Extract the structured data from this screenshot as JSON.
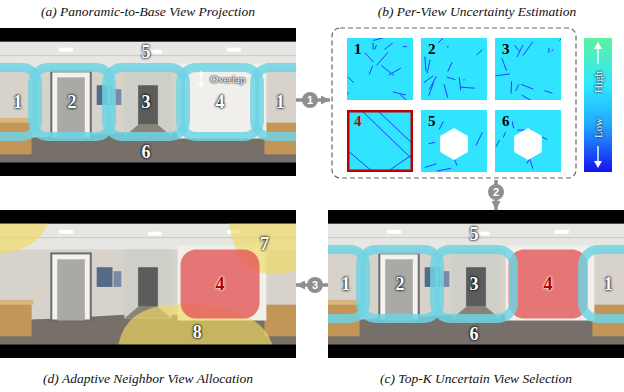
{
  "diagram": {
    "nodes": [
      {
        "text": [
          "(a) Panoramic-to-Base View Projection"
        ]
      },
      {
        "text": [
          "(b) Per-View Uncertainty Estimation"
        ]
      },
      {
        "text": [
          "1"
        ],
        "in": 1
      },
      {
        "text": [
          "2"
        ],
        "in": 1
      },
      {
        "text": [
          "3"
        ],
        "in": 1
      },
      {
        "text": [
          "4"
        ],
        "in": 1
      },
      {
        "text": [
          "5"
        ],
        "in": 1
      },
      {
        "text": [
          "6"
        ],
        "in": 1
      },
      {
        "text": [
          "(d) Adaptive Neighbor View Allocation"
        ]
      },
      {
        "text": [
          "(c) Top-K Uncertain View Selection"
        ]
      }
    ],
    "edges": [
      {
        "from": 0,
        "to": 1,
        "label": "1",
        "arrow": "to"
      },
      {
        "from": 1,
        "to": 9,
        "label": "2",
        "arrow": "to"
      },
      {
        "from": 9,
        "to": 8,
        "label": "3",
        "arrow": "to"
      }
    ],
    "labels": [
      "1",
      "2",
      "3",
      "4",
      "1",
      "5",
      "6",
      "Overlap",
      "High",
      "Low",
      "4",
      "7",
      "8",
      "5",
      "1",
      "2",
      "3",
      "4",
      "1",
      "6"
    ]
  }
}
